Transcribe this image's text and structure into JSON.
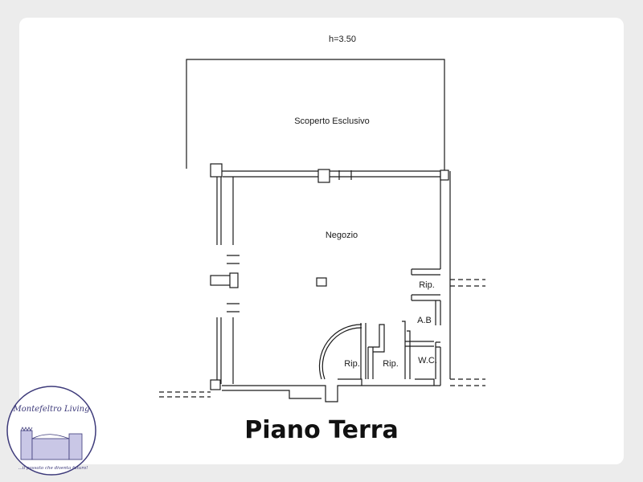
{
  "diagram": {
    "height_note": "h=3.50",
    "rooms": {
      "garden": "Scoperto Esclusivo",
      "shop": "Negozio",
      "storage_top": "Rip.",
      "hallway": "A.B",
      "storage_left": "Rip.",
      "storage_mid": "Rip.",
      "wc": "W.C."
    },
    "title": "Piano Terra"
  },
  "logo": {
    "name": "Montefeltro Living",
    "tagline": "...il passato che diventa futuro!",
    "color": "#3d3a7a"
  },
  "colors": {
    "background": "#ececec",
    "card": "#ffffff",
    "line": "#1a1a1a"
  }
}
